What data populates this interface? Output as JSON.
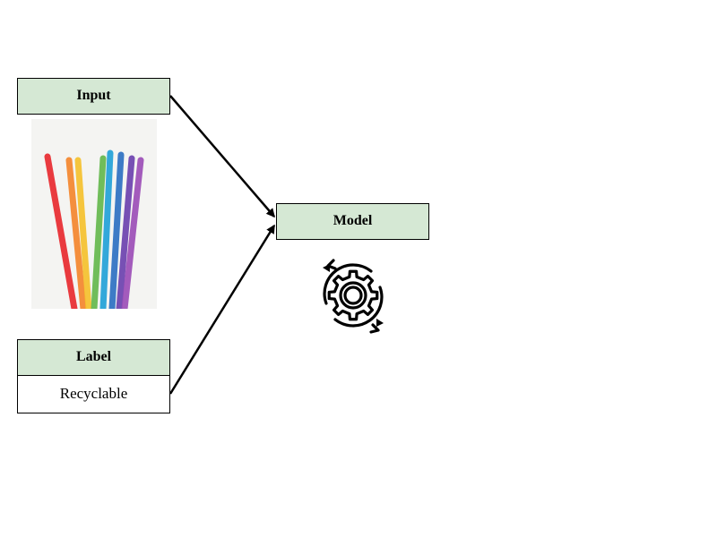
{
  "diagram": {
    "input": {
      "title": "Input",
      "image_icon": "colorful-straws-image",
      "straw_colors": [
        "#e8262c",
        "#f4852a",
        "#f6c12a",
        "#62b84a",
        "#1fa0d8",
        "#2a6ec2",
        "#6a3fae",
        "#9b4bb7"
      ]
    },
    "label": {
      "title": "Label",
      "value": "Recyclable"
    },
    "model": {
      "title": "Model",
      "icon": "gear-refresh-icon"
    },
    "colors": {
      "header_fill": "#d5e8d4",
      "border": "#000000"
    }
  }
}
